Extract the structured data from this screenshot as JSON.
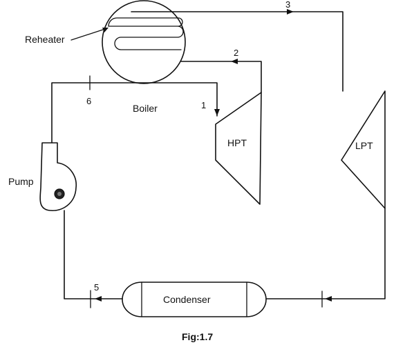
{
  "components": {
    "reheater": "Reheater",
    "boiler": "Boiler",
    "hpt": "HPT",
    "lpt": "LPT",
    "pump": "Pump",
    "condenser": "Condenser"
  },
  "state_points": {
    "p1": "1",
    "p2": "2",
    "p3": "3",
    "p5": "5",
    "p6": "6"
  },
  "caption": "Fig:1.7"
}
